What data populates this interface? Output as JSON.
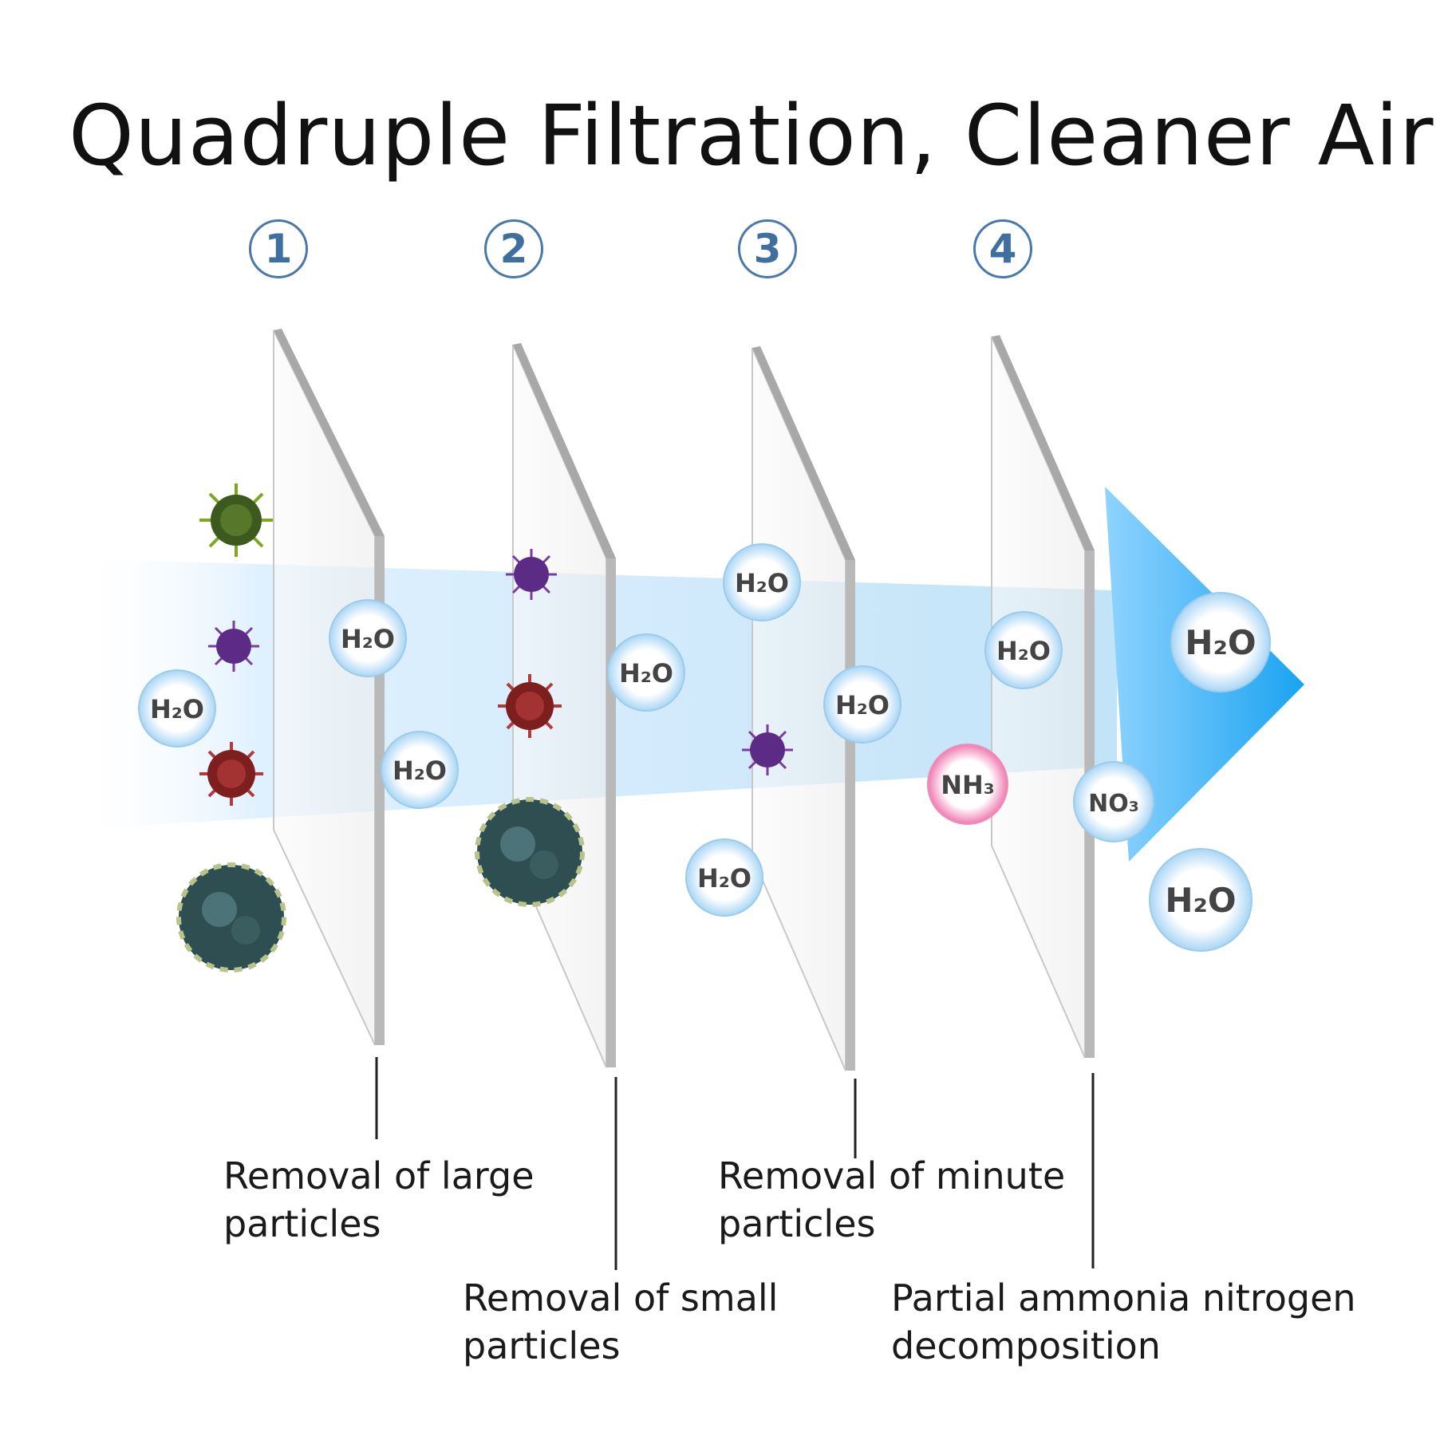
{
  "title": "Quadruple Filtration, Cleaner Air",
  "steps": [
    {
      "number": "1",
      "label_line1": "Removal of large",
      "label_line2": "particles"
    },
    {
      "number": "2",
      "label_line1": "Removal of small",
      "label_line2": "particles"
    },
    {
      "number": "3",
      "label_line1": "Removal of minute",
      "label_line2": "particles"
    },
    {
      "number": "4",
      "label_line1": "Partial ammonia nitrogen",
      "label_line2": "decomposition"
    }
  ],
  "molecules": {
    "water": "H₂O",
    "ammonia": "NH₃",
    "nitrate": "NO₃"
  },
  "colors": {
    "step_number": "#3f6f9f",
    "flow_arrow": "#1aa3f0",
    "ammonia_bubble": "#e8569a",
    "filter_panel": "#f1f1f1"
  },
  "icons": [
    "germ-icon",
    "virus-icon",
    "bacteria-icon",
    "dust-particle-icon",
    "water-bubble-icon"
  ]
}
